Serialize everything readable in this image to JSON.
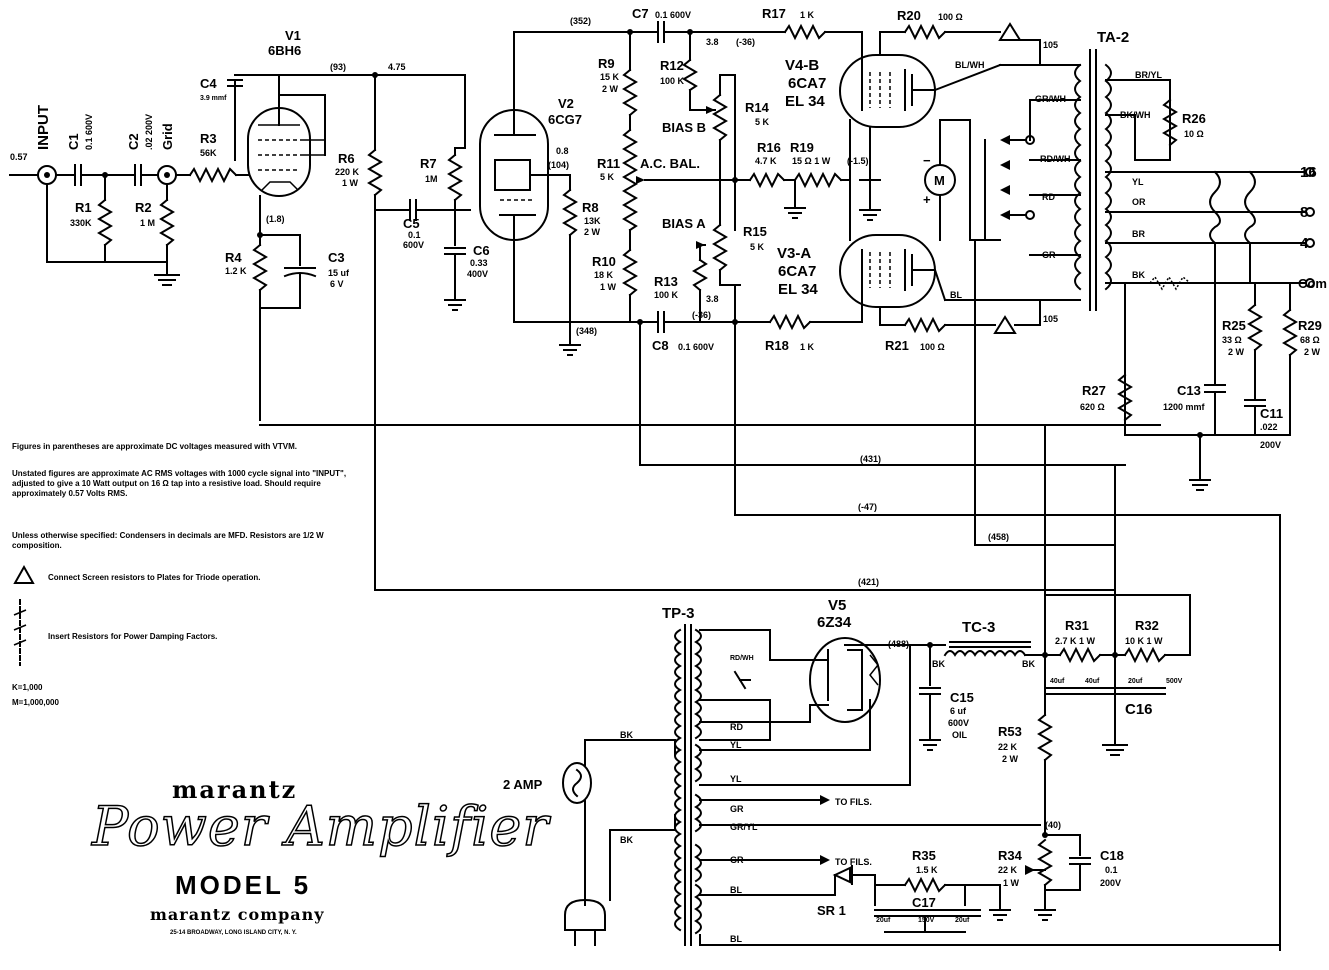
{
  "labels": {
    "input": "INPUT",
    "input_volt": "0.57",
    "grid": "Grid",
    "c1": "C1",
    "c1_val": "0.1 600V",
    "c2": "C2",
    "c2_val": ".02 200V",
    "r1": "R1",
    "r1_val": "330K",
    "r2": "R2",
    "r2_val": "1 M",
    "v1": "V1",
    "v1_type": "6BH6",
    "c4": "C4",
    "c4_val": "3.9 mmf",
    "r3": "R3",
    "r3_val": "56K",
    "v93": "(93)",
    "v475": "4.75",
    "r6": "R6",
    "r6_val1": "220 K",
    "r6_val2": "1 W",
    "r4": "R4",
    "r4_val": "1.2 K",
    "c3": "C3",
    "c3_val1": "15 uf",
    "c3_val2": "6 V",
    "v18": "(1.8)",
    "r7": "R7",
    "r7_val": "1M",
    "c5": "C5",
    "c5_val1": "0.1",
    "c5_val2": "600V",
    "c6": "C6",
    "c6_val1": "0.33",
    "c6_val2": "400V",
    "v2": "V2",
    "v2_type": "6CG7",
    "v08": "0.8",
    "v104": "(104)",
    "r8": "R8",
    "r8_val1": "13K",
    "r8_val2": "2 W",
    "v352": "(352)",
    "c7": "C7",
    "c7_val": "0.1 600V",
    "r9": "R9",
    "r9_val1": "15 K",
    "r9_val2": "2 W",
    "r12": "R12",
    "r12_val": "100 K",
    "v38a": "3.8",
    "v_neg36a": "(-36)",
    "r17": "R17",
    "r17_val": "1 K",
    "bias_b": "BIAS B",
    "r14": "R14",
    "r14_val": "5 K",
    "r11": "R11",
    "r11_val": "5 K",
    "ac_bal": "A.C. BAL.",
    "r16": "R16",
    "r16_val": "4.7 K",
    "r19": "R19",
    "r19_val": "15 Ω 1 W",
    "v15": "(-1.5)",
    "bias_a": "BIAS A",
    "r15": "R15",
    "r15_val": "5 K",
    "r10": "R10",
    "r10_val1": "18 K",
    "r10_val2": "1 W",
    "r13": "R13",
    "r13_val": "100 K",
    "v38b": "3.8",
    "v_neg36b": "(-36)",
    "v348": "(348)",
    "c8": "C8",
    "c8_val": "0.1 600V",
    "r18": "R18",
    "r18_val": "1 K",
    "r20": "R20",
    "r20_val": "100 Ω",
    "r21": "R21",
    "r21_val": "100 Ω",
    "v4b": "V4-B",
    "v4b_type": "6CA7",
    "v4b_alt": "EL 34",
    "v3a": "V3-A",
    "v3a_type": "6CA7",
    "v3a_alt": "EL 34",
    "v105a": "105",
    "v105b": "105",
    "meter": "M",
    "ta2": "TA-2",
    "bl_wh": "BL/WH",
    "gr_wh": "GR/WH",
    "bk_wh": "BK/WH",
    "br_yl": "BR/YL",
    "rd_wh": "RD/WH",
    "rd": "RD",
    "gr": "GR",
    "bl": "BL",
    "yl": "YL",
    "or": "OR",
    "br": "BR",
    "bk": "BK",
    "r26": "R26",
    "r26_val": "10 Ω",
    "out16": "16",
    "out8": "8",
    "out4": "4",
    "outcom": "Com",
    "r25": "R25",
    "r25_val1": "33 Ω",
    "r25_val2": "2 W",
    "r29": "R29",
    "r29_val1": "68 Ω",
    "r29_val2": "2 W",
    "r27": "R27",
    "r27_val": "620 Ω",
    "c13": "C13",
    "c13_val": "1200 mmf",
    "c11": "C11",
    "c11_val1": ".022",
    "c11_val2": "200V",
    "v431": "(431)",
    "v_neg47": "(-47)",
    "v458": "(458)",
    "v421": "(421)",
    "tp3": "TP-3",
    "v5": "V5",
    "v5_type": "6Z34",
    "v488": "(488)",
    "tc3": "TC-3",
    "r31": "R31",
    "r31_val": "2.7 K 1 W",
    "r32": "R32",
    "r32_val": "10 K 1 W",
    "rd_wh2": "RD/WH",
    "rd2": "RD",
    "yl2": "YL",
    "yl3": "YL",
    "bk2": "BK",
    "bk3": "BK",
    "c15": "C15",
    "c15_val1": "6 uf",
    "c15_val2": "600V",
    "c15_val3": "OIL",
    "c16": "C16",
    "c16_a": "40uf",
    "c16_b": "40uf",
    "c16_c": "20uf",
    "c16_v": "500V",
    "r53": "R53",
    "r53_val1": "22 K",
    "r53_val2": "2 W",
    "amp2": "2 AMP",
    "gr2": "GR",
    "gr_yl": "GR/YL",
    "gr3": "GR",
    "bl2": "BL",
    "bl3": "BL",
    "bk4": "BK",
    "bk5": "BK",
    "to_fils1": "TO FILS.",
    "to_fils2": "TO FILS.",
    "v40": "(40)",
    "r35": "R35",
    "r35_val": "1.5 K",
    "r34": "R34",
    "r34_val1": "22 K",
    "r34_val2": "1 W",
    "c18": "C18",
    "c18_val1": "0.1",
    "c18_val2": "200V",
    "sr1": "SR 1",
    "c17": "C17",
    "c17_a": "20uf",
    "c17_v": "150V",
    "c17_b": "20uf"
  },
  "notes": {
    "n1": "Figures in parentheses are approximate DC voltages measured with VTVM.",
    "n2": "Unstated figures are approximate AC RMS voltages with 1000 cycle signal into \"INPUT\", adjusted to give a 10 Watt output on 16 Ω tap into a resistive load. Should require approximately 0.57 Volts RMS.",
    "n3": "Unless otherwise specified: Condensers in decimals are MFD. Resistors are 1/2 W composition.",
    "n4": "Connect Screen resistors to Plates for Triode operation.",
    "n5": "Insert Resistors for Power Damping Factors.",
    "k": "K=1,000",
    "m": "M=1,000,000"
  },
  "title": {
    "brand": "marantz",
    "product": "Power Amplifier",
    "model": "MODEL 5",
    "company": "marantz company",
    "address": "25-14 BROADWAY, LONG ISLAND CITY, N. Y."
  }
}
